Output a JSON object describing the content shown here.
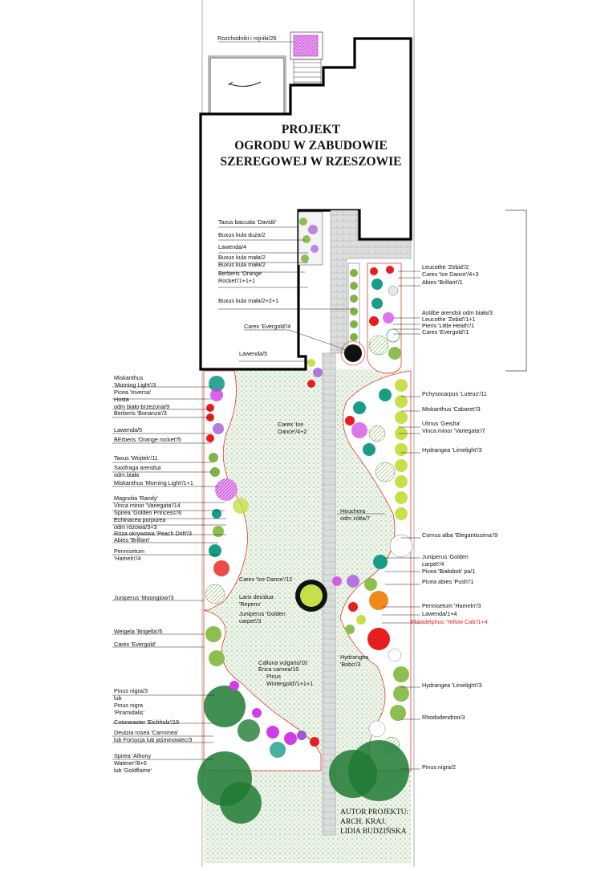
{
  "title": {
    "line1": "PROJEKT",
    "line2": "OGRODU W ZABUDOWIE",
    "line3": "SZEREGOWEJ W RZESZOWIE"
  },
  "author": {
    "line1": "AUTOR PROJEKTU:",
    "line2": "ARCH. KRAJ.",
    "line3": "LIDIA BUDZIŃSKA"
  },
  "labels": {
    "rozchodniki": "Rozchodniki i rojniki/26",
    "taxus_davidii": "Taxus baccata 'Davidii'",
    "buxus_duza": "Buxus kula duża/2",
    "lawenda4": "Lawenda/4",
    "buxus_mala2a": "Buxus kula mała/2",
    "buxus_mala2b": "Buxus kula mała/2",
    "berberis_orange_a": "Berberis 'Orange",
    "berberis_orange_b": "Rocket'/1+1+1",
    "buxus_mala_221": "Buxus kula mała/2+2+1",
    "carex_evergold4": "Carex 'Evergold'/4",
    "lawenda5a": "Lawenda/5",
    "leucothe_zebid2": "Leucothe 'Zebid'/2",
    "carex_ice43": "Carex 'Ice Dance'/4+3",
    "abies_brillant1": "Abies 'Brillant'/1",
    "astilbe": "Astilbe arendsii odm biała/3",
    "leucothe_zebid11": "Leucothe 'Zebid'/1+1",
    "pieris": "Pieris 'Little Heath'/1",
    "carex_evergold1": "Carex 'Evergold'/1",
    "miskanthus_ml_a": "Miskanthus",
    "miskanthus_ml_b": "'Morning Light'/3",
    "picea_inversa": "Picea 'Inversa'",
    "hosta_a": "Hosta",
    "hosta_b": "odm biało-brzeżona/9",
    "berberis_bonanza": "Berberis 'Bonanza'/3",
    "lawenda5b": "Lawenda/5",
    "berberis_or5": "BErberis 'Orange rocket'/5",
    "taxus_wojtek": "Taxus 'Wojtek'/11",
    "saxifraga_a": "Saxifraga arendsa",
    "saxifraga_b": "odm.biała",
    "miskanthus_ml11": "Miskanthus 'Morning Light'/1+1",
    "magnolia": "Magnolia 'Randy'",
    "vinca14": "Vinca minor 'Variegata'/14",
    "spirea_gp": "Spirea 'Golden Princess'/6",
    "echinacea_a": "Echinacea purpurea",
    "echinacea_b": "odm różowa/3+3",
    "roza": "Róża okrywowa 'Peach Drift'/3",
    "abies_brillant_l": "Abies 'Brillant'",
    "pennisetum_l_a": "Pennisetum",
    "pennisetum_l_b": "'Hameln'/4",
    "physocarpus": "Pchysocarpus 'Luteus'/11",
    "miskanthus_cab": "Miskanthus 'Cabaret'/3",
    "carex_ice42_a": "Carex 'Ice",
    "carex_ice42_b": "Dance'/4+2",
    "ulmus": "Ulmus 'Geisha'",
    "vinca7": "Vinca minor 'Variegata'/7",
    "hydrangea_ll3a": "Hydrangea 'Limelight'/3",
    "heuchera_a": "Heuchera",
    "heuchera_b": "odm żółta/7",
    "cornus": "Cornus alba 'Elegantissima'/9",
    "juniperus_gc_r_a": "Juniperus 'Golden",
    "juniperus_gc_r_b": "carpet'/4",
    "picea_bialobok": "Picea 'Białobok' pa/1",
    "picea_push": "Picea abies 'Push'/1",
    "carex_ice12": "Carex 'Ice Dance'/12",
    "juniperus_moonglow": "Juniperus 'Moonglow'/3",
    "larix_a": "Larix decidua",
    "larix_b": "'Repens'",
    "juniperus_gc_c_a": "Juniperus 'Golden",
    "juniperus_gc_c_b": "carpet'/3",
    "pennisetum_r": "Pennisetum 'Hameln'/3",
    "lawenda14": "Lawenda/1+4",
    "philadelphus": "Philadelphus 'Yellow Cab'/1+4",
    "weigela": "Weigela 'Brigella'/5",
    "carex_evergold_l": "Carex 'Evergold'",
    "hydrangea_bobo_a": "Hydrangea",
    "hydrangea_bobo_b": "'Bobo'/3",
    "calluna": "Calluna vulgaris/10",
    "erica": "Erica carnea/10",
    "pinus_wg_a": "Pinus",
    "pinus_wg_b": "Wintergold'/1+1+1",
    "hydrangea_ll3b": "Hydrangea 'Limelight'/3",
    "pinus_nigra3": "Pinus nigra/3",
    "lub1": "lub",
    "pinus_nigra_b": "Pinus nigra",
    "piramidalis": "'Piramidalis'",
    "cotoneaster": "Cotoneaster 'Eichholz'/19",
    "rhododendron": "Rhododendron/3",
    "deutzia": "Deutzia rosea 'Carminea'",
    "forsycja": "lub Forsycja lub jaśminowiec/3",
    "spirea_alh_a": "Spirea 'Alhony",
    "spirea_alh_b": "Waterer'/8+6",
    "spirea_alh_c": "lub 'Goldflame'",
    "pinus_nigra2": "Pinus nigra/2"
  },
  "colors": {
    "building_outline": "#000000",
    "lawn_fill": "#e7f0e2",
    "bed_fill": "#ffffff",
    "path_fill": "#d9dcdc",
    "bed_edge": "#e53a2e",
    "conifer_dark": "#1f7a32",
    "conifer_teal": "#179d86",
    "shrub_green": "#8cbf4f",
    "lavender": "#a259d9",
    "magenta": "#d23be6",
    "yellow_green": "#c6e04a",
    "orange": "#f0891c",
    "red": "#e81d1d",
    "philadelphus_label": "#e0201a"
  }
}
